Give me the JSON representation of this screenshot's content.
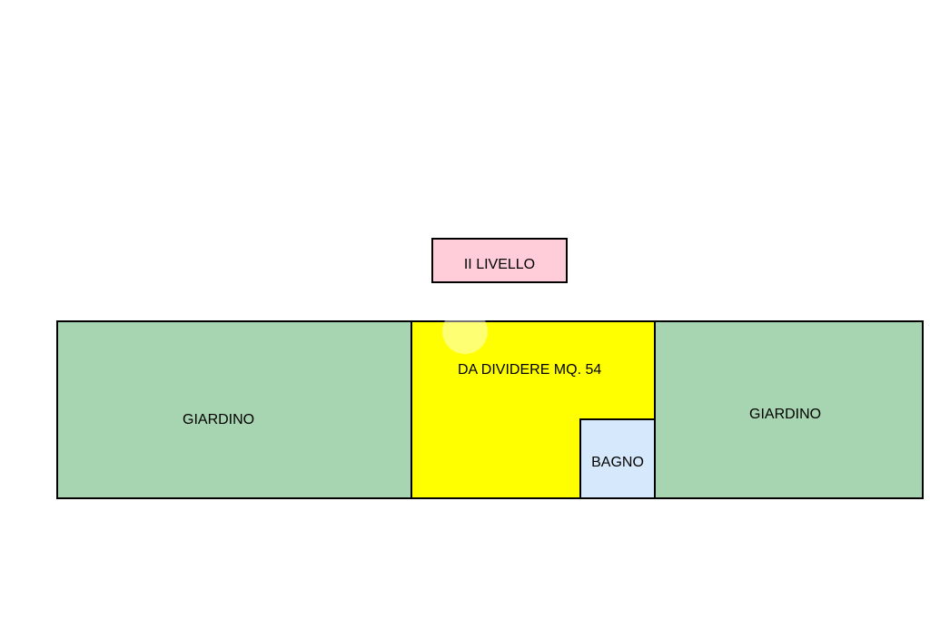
{
  "floor_plan": {
    "level_label": "II LIVELLO",
    "rooms": {
      "garden_left": {
        "label": "GIARDINO"
      },
      "main_room": {
        "label": "DA DIVIDERE MQ. 54"
      },
      "bathroom": {
        "label": "BAGNO"
      },
      "garden_right": {
        "label": "GIARDINO"
      }
    }
  },
  "colors": {
    "level_tag": "#ffccd9",
    "garden": "#a7d5b1",
    "main_room": "#ffff00",
    "bathroom": "#d6e8fb",
    "outline": "#000000"
  }
}
